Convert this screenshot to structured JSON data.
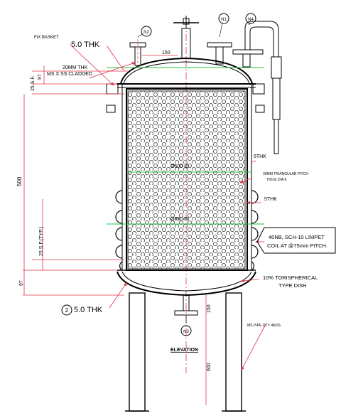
{
  "nozzles": {
    "n1": "N1",
    "n2": "N2",
    "n3": "N3",
    "n4": "N4"
  },
  "labels": {
    "fix_basket": "FIX BASKET",
    "top_thk": "5.0 THK",
    "dim_97_top": "97",
    "dim_25_sf_top": "25 S.F.",
    "cladding_line1": "20MM THK",
    "cladding_line2": "MS X SS CLADDED",
    "dim_150_top": "150",
    "dim_500": "500",
    "dim_25_sf_typ": "25 S.F.(TYP.)",
    "dim_97_bottom": "97",
    "shell_thk": "5THK",
    "basket_note_line1": "30MM TRIANGULAR PITCH",
    "basket_note_line2": "HOLE DIA 8",
    "coil_thk": "5THK",
    "coil_line1": "40NB, SCH-10 LIMPET",
    "coil_line2": "COIL AT @75mm PITCH.",
    "dish_line1": "10% TORISPHERICAL",
    "dish_line2": "TYPE DISH",
    "bottom_mark": "2",
    "bottom_thk": "5.0 THK",
    "dim_150_bottom": "150",
    "legs_note": "MS PIPE QTY 4NOS.",
    "elevation_title": "ELEVATION",
    "dim_600": "600",
    "center_upper": "Ø500 ID",
    "center_lower": "Ø800 ID"
  },
  "colors": {
    "line": "#000000",
    "center": "#e0344a",
    "dim": "#e0344a",
    "green": "#22c03a",
    "basket": "#2b2b2b"
  }
}
